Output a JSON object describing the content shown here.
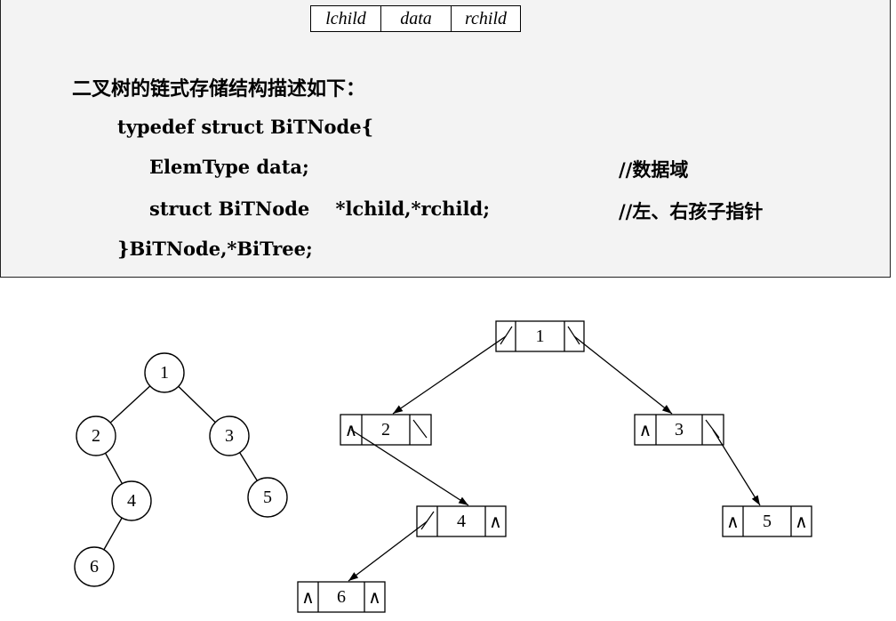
{
  "node_format": {
    "fields": [
      "lchild",
      "data",
      "rchild"
    ]
  },
  "description": {
    "intro": "二叉树的链式存储结构描述如下：",
    "lines": [
      "typedef struct BiTNode{",
      "ElemType data;",
      "struct BiTNode    *lchild,*rchild;",
      "}BiTNode,*BiTree;"
    ],
    "comments": [
      "//数据域",
      "//左、右孩子指针"
    ]
  },
  "tree": {
    "nodes": [
      "1",
      "2",
      "3",
      "4",
      "5",
      "6"
    ],
    "edges": [
      [
        "1",
        "2"
      ],
      [
        "1",
        "3"
      ],
      [
        "2",
        "4"
      ],
      [
        "3",
        "5"
      ],
      [
        "4",
        "6"
      ]
    ]
  },
  "linked_list": {
    "null_symbol": "∧",
    "nodes": [
      {
        "data": "1",
        "left": "ptr",
        "right": "ptr"
      },
      {
        "data": "2",
        "left": "null",
        "right": "ptr"
      },
      {
        "data": "3",
        "left": "null",
        "right": "ptr"
      },
      {
        "data": "4",
        "left": "ptr",
        "right": "null"
      },
      {
        "data": "5",
        "left": "null",
        "right": "null"
      },
      {
        "data": "6",
        "left": "null",
        "right": "null"
      }
    ]
  }
}
